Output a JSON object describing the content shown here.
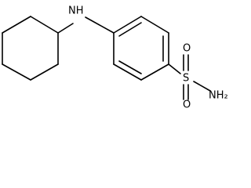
{
  "molecule": {
    "atoms": {
      "nh": "NH",
      "s": "S",
      "o_top": "O",
      "o_bottom": "O",
      "nh2": "NH₂"
    }
  }
}
